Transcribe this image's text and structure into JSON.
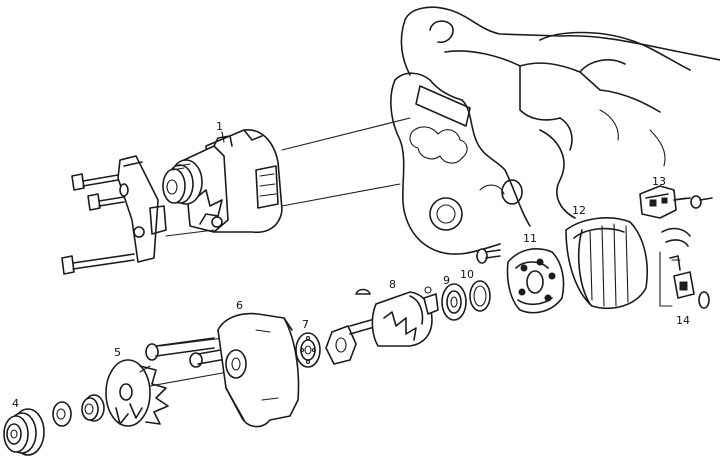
{
  "callouts": [
    {
      "id": "1",
      "text": "1"
    },
    {
      "id": "4",
      "text": "4"
    },
    {
      "id": "5",
      "text": "5"
    },
    {
      "id": "6",
      "text": "6"
    },
    {
      "id": "7",
      "text": "7"
    },
    {
      "id": "8",
      "text": "8"
    },
    {
      "id": "9",
      "text": "9"
    },
    {
      "id": "10",
      "text": "10"
    },
    {
      "id": "11",
      "text": "11"
    },
    {
      "id": "12",
      "text": "12"
    },
    {
      "id": "13",
      "text": "13"
    },
    {
      "id": "14",
      "text": "14"
    }
  ],
  "colors": {
    "ink": "#1c1c1c",
    "paper": "#ffffff"
  }
}
